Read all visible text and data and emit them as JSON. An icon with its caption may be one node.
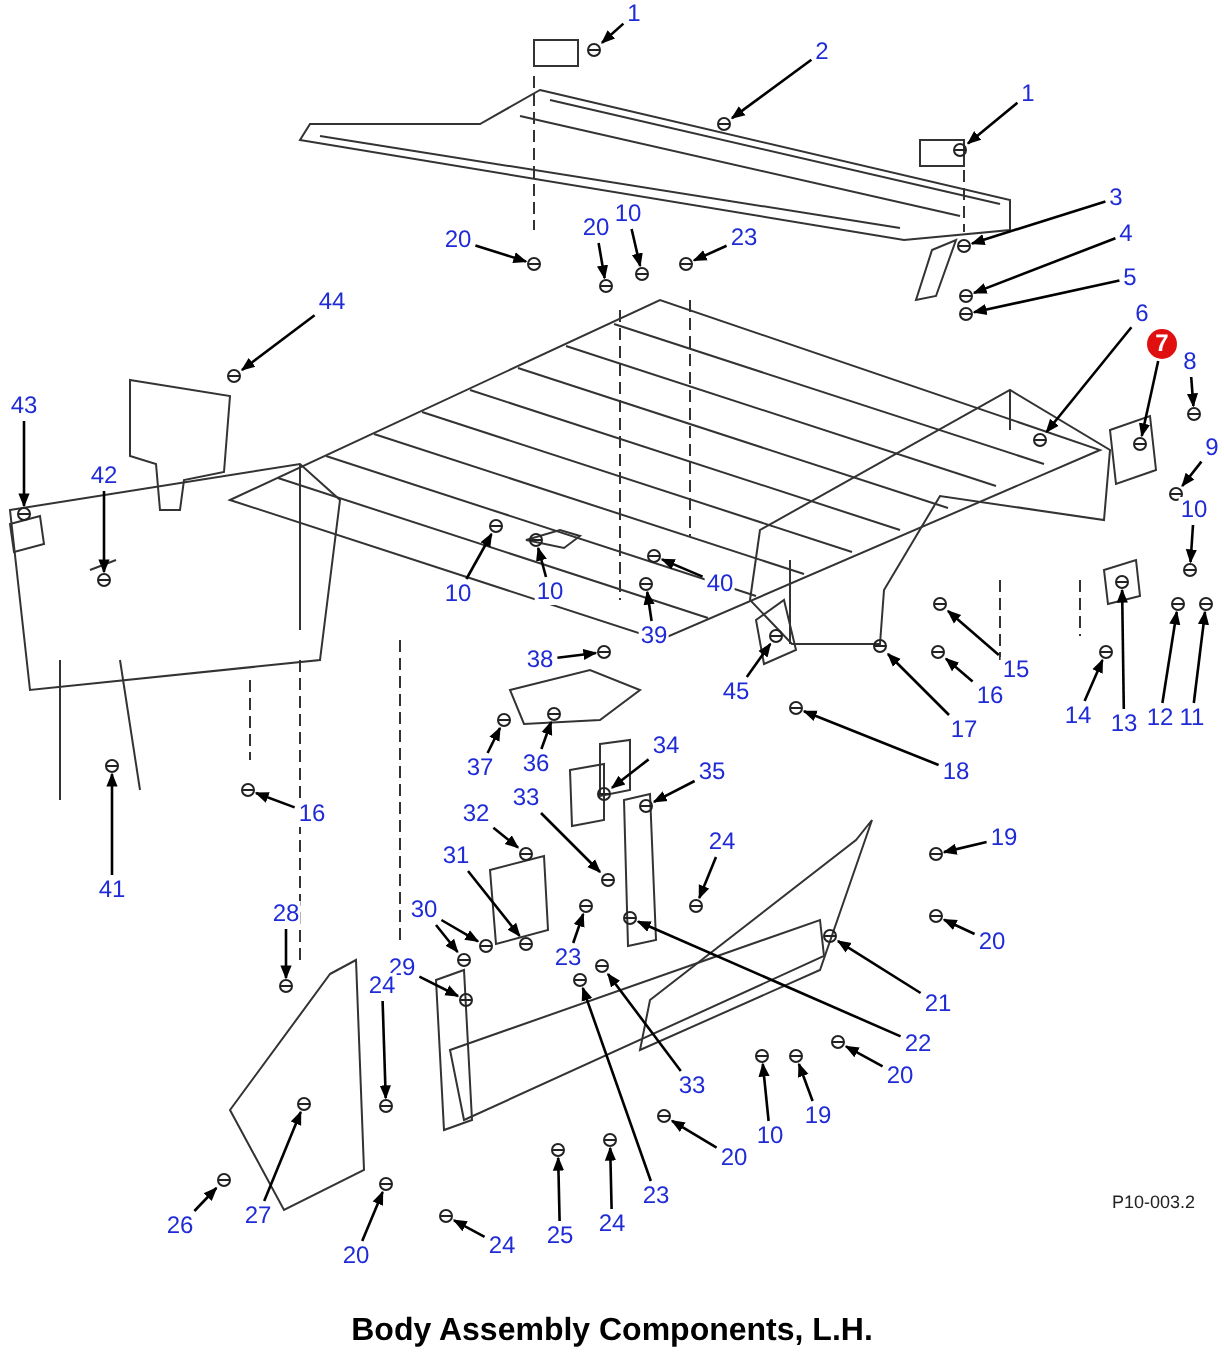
{
  "diagram": {
    "title": "Body Assembly Components, L.H.",
    "nodes": [
      {
        "text": [
          "1"
        ]
      },
      {
        "text": [
          "2"
        ]
      },
      {
        "text": [
          "1"
        ]
      },
      {
        "text": [
          "3"
        ]
      },
      {
        "text": [
          "10"
        ]
      },
      {
        "text": [
          "20"
        ]
      },
      {
        "text": [
          "4"
        ]
      },
      {
        "text": [
          "23"
        ]
      },
      {
        "text": [
          "20"
        ]
      },
      {
        "text": [
          "5"
        ]
      },
      {
        "text": [
          "44"
        ]
      },
      {
        "text": [
          "6"
        ]
      },
      {
        "text": [
          "7"
        ]
      },
      {
        "text": [
          "8"
        ]
      },
      {
        "text": [
          "43"
        ]
      },
      {
        "text": [
          "9"
        ]
      },
      {
        "text": [
          "42"
        ]
      },
      {
        "text": [
          "10"
        ]
      },
      {
        "text": [
          "40"
        ]
      },
      {
        "text": [
          "10"
        ]
      },
      {
        "text": [
          "10"
        ]
      },
      {
        "text": [
          "39"
        ]
      },
      {
        "text": [
          "38"
        ]
      },
      {
        "text": [
          "15"
        ]
      },
      {
        "text": [
          "16"
        ]
      },
      {
        "text": [
          "45"
        ]
      },
      {
        "text": [
          "14"
        ]
      },
      {
        "text": [
          "12"
        ]
      },
      {
        "text": [
          "11"
        ]
      },
      {
        "text": [
          "13"
        ]
      },
      {
        "text": [
          "17"
        ]
      },
      {
        "text": [
          "34"
        ]
      },
      {
        "text": [
          "36"
        ]
      },
      {
        "text": [
          "37"
        ]
      },
      {
        "text": [
          "35"
        ]
      },
      {
        "text": [
          "18"
        ]
      },
      {
        "text": [
          "33"
        ]
      },
      {
        "text": [
          "16"
        ]
      },
      {
        "text": [
          "32"
        ]
      },
      {
        "text": [
          "19"
        ]
      },
      {
        "text": [
          "24"
        ]
      },
      {
        "text": [
          "31"
        ]
      },
      {
        "text": [
          "41"
        ]
      },
      {
        "text": [
          "30"
        ]
      },
      {
        "text": [
          "28"
        ]
      },
      {
        "text": [
          "23"
        ]
      },
      {
        "text": [
          "20"
        ]
      },
      {
        "text": [
          "29"
        ]
      },
      {
        "text": [
          "24"
        ]
      },
      {
        "text": [
          "21"
        ]
      },
      {
        "text": [
          "22"
        ]
      },
      {
        "text": [
          "20"
        ]
      },
      {
        "text": [
          "33"
        ]
      },
      {
        "text": [
          "19"
        ]
      },
      {
        "text": [
          "10"
        ]
      },
      {
        "text": [
          "20"
        ]
      },
      {
        "text": [
          "23"
        ]
      },
      {
        "text": [
          "27"
        ]
      },
      {
        "text": [
          "24"
        ]
      },
      {
        "text": [
          "26"
        ]
      },
      {
        "text": [
          "25"
        ]
      },
      {
        "text": [
          "24"
        ]
      },
      {
        "text": [
          "20"
        ]
      },
      {
        "text": [],
        "shape": "picture"
      },
      {
        "text": [],
        "shape": "picture"
      },
      {
        "text": [],
        "shape": "picture"
      },
      {
        "text": [],
        "shape": "picture"
      },
      {
        "text": [],
        "shape": "picture"
      },
      {
        "text": [],
        "shape": "picture"
      },
      {
        "text": [],
        "shape": "picture"
      },
      {
        "text": [],
        "shape": "picture"
      },
      {
        "text": [],
        "shape": "picture"
      },
      {
        "text": [],
        "shape": "picture"
      },
      {
        "text": [],
        "shape": "picture"
      },
      {
        "text": [],
        "shape": "picture"
      },
      {
        "text": [],
        "shape": "picture"
      },
      {
        "text": [],
        "shape": "picture"
      },
      {
        "text": [],
        "shape": "picture"
      },
      {
        "text": [],
        "shape": "picture"
      },
      {
        "text": [],
        "shape": "picture"
      },
      {
        "text": [],
        "shape": "picture"
      },
      {
        "text": [],
        "shape": "picture"
      },
      {
        "text": [],
        "shape": "picture"
      },
      {
        "text": [],
        "shape": "picture"
      },
      {
        "text": [],
        "shape": "picture"
      },
      {
        "text": [],
        "shape": "picture"
      },
      {
        "text": [],
        "shape": "picture"
      },
      {
        "text": [],
        "shape": "picture"
      },
      {
        "text": [],
        "shape": "picture"
      },
      {
        "text": [],
        "shape": "picture"
      },
      {
        "text": [],
        "shape": "picture"
      },
      {
        "text": [],
        "shape": "picture"
      },
      {
        "text": [],
        "shape": "picture"
      },
      {
        "text": [],
        "shape": "picture"
      },
      {
        "text": [],
        "shape": "picture"
      },
      {
        "text": [],
        "shape": "picture"
      },
      {
        "text": [],
        "shape": "picture"
      },
      {
        "text": [],
        "shape": "picture"
      },
      {
        "text": [],
        "shape": "picture"
      },
      {
        "text": [],
        "shape": "picture"
      },
      {
        "text": [],
        "shape": "picture"
      },
      {
        "text": [],
        "shape": "picture"
      },
      {
        "text": [],
        "shape": "picture"
      },
      {
        "text": [],
        "shape": "picture"
      },
      {
        "text": [],
        "shape": "picture"
      },
      {
        "text": [],
        "shape": "picture"
      },
      {
        "text": [],
        "shape": "picture"
      },
      {
        "text": [],
        "shape": "picture"
      },
      {
        "text": [],
        "shape": "picture"
      },
      {
        "text": [],
        "shape": "picture"
      },
      {
        "text": [],
        "shape": "picture"
      },
      {
        "text": [],
        "shape": "picture"
      },
      {
        "text": [],
        "shape": "picture"
      },
      {
        "text": [],
        "shape": "picture"
      },
      {
        "text": [],
        "shape": "picture"
      },
      {
        "text": [],
        "shape": "picture"
      },
      {
        "text": [],
        "shape": "picture"
      },
      {
        "text": [],
        "shape": "picture"
      },
      {
        "text": [],
        "shape": "picture"
      },
      {
        "text": [],
        "shape": "picture"
      },
      {
        "text": [],
        "shape": "picture"
      },
      {
        "text": [],
        "shape": "picture"
      },
      {
        "text": [],
        "shape": "picture"
      },
      {
        "text": [],
        "shape": "picture"
      },
      {
        "text": [],
        "shape": "picture"
      },
      {
        "text": [],
        "shape": "picture"
      },
      {
        "text": [],
        "shape": "picture"
      }
    ],
    "edges": [
      {
        "from": 0,
        "to": 63,
        "arrow": "to"
      },
      {
        "from": 1,
        "to": 64,
        "arrow": "to"
      },
      {
        "from": 2,
        "to": 65,
        "arrow": "to"
      },
      {
        "from": 3,
        "to": 66,
        "arrow": "to"
      },
      {
        "from": 4,
        "to": 67,
        "arrow": "to"
      },
      {
        "from": 5,
        "to": 68,
        "arrow": "to"
      },
      {
        "from": 6,
        "to": 69,
        "arrow": "to"
      },
      {
        "from": 7,
        "to": 70,
        "arrow": "to"
      },
      {
        "from": 8,
        "to": 71,
        "arrow": "to"
      },
      {
        "from": 9,
        "to": 72,
        "arrow": "to"
      },
      {
        "from": 10,
        "to": 73,
        "arrow": "to"
      },
      {
        "from": 11,
        "to": 74,
        "arrow": "to"
      },
      {
        "from": 12,
        "to": 75,
        "arrow": "to"
      },
      {
        "from": 13,
        "to": 76,
        "arrow": "to"
      },
      {
        "from": 14,
        "to": 77,
        "arrow": "to"
      },
      {
        "from": 15,
        "to": 78,
        "arrow": "to"
      },
      {
        "from": 16,
        "to": 79,
        "arrow": "to"
      },
      {
        "from": 17,
        "to": 80,
        "arrow": "to"
      },
      {
        "from": 18,
        "to": 81,
        "arrow": "to"
      },
      {
        "from": 19,
        "to": 82,
        "arrow": "to"
      },
      {
        "from": 20,
        "to": 83,
        "arrow": "to"
      },
      {
        "from": 21,
        "to": 84,
        "arrow": "to"
      },
      {
        "from": 22,
        "to": 85,
        "arrow": "to"
      },
      {
        "from": 23,
        "to": 86,
        "arrow": "to"
      },
      {
        "from": 24,
        "to": 87,
        "arrow": "to"
      },
      {
        "from": 25,
        "to": 88,
        "arrow": "to"
      },
      {
        "from": 26,
        "to": 89,
        "arrow": "to"
      },
      {
        "from": 27,
        "to": 90,
        "arrow": "to"
      },
      {
        "from": 28,
        "to": 91,
        "arrow": "to"
      },
      {
        "from": 29,
        "to": 92,
        "arrow": "to"
      },
      {
        "from": 30,
        "to": 93,
        "arrow": "to"
      },
      {
        "from": 31,
        "to": 94,
        "arrow": "to"
      },
      {
        "from": 32,
        "to": 95,
        "arrow": "to"
      },
      {
        "from": 33,
        "to": 96,
        "arrow": "to"
      },
      {
        "from": 34,
        "to": 97,
        "arrow": "to"
      },
      {
        "from": 35,
        "to": 98,
        "arrow": "to"
      },
      {
        "from": 36,
        "to": 99,
        "arrow": "to"
      },
      {
        "from": 37,
        "to": 100,
        "arrow": "to"
      },
      {
        "from": 38,
        "to": 101,
        "arrow": "to"
      },
      {
        "from": 39,
        "to": 102,
        "arrow": "to"
      },
      {
        "from": 40,
        "to": 103,
        "arrow": "to"
      },
      {
        "from": 41,
        "to": 104,
        "arrow": "to"
      },
      {
        "from": 42,
        "to": 105,
        "arrow": "to"
      },
      {
        "from": 43,
        "to": 106,
        "arrow": "to"
      },
      {
        "from": 43,
        "to": 107,
        "arrow": "to"
      },
      {
        "from": 44,
        "to": 108,
        "arrow": "to"
      },
      {
        "from": 45,
        "to": 109,
        "arrow": "to"
      },
      {
        "from": 46,
        "to": 110,
        "arrow": "to"
      },
      {
        "from": 47,
        "to": 111,
        "arrow": "to"
      },
      {
        "from": 48,
        "to": 112,
        "arrow": "to"
      },
      {
        "from": 49,
        "to": 113,
        "arrow": "to"
      },
      {
        "from": 50,
        "to": 114,
        "arrow": "to"
      },
      {
        "from": 51,
        "to": 115,
        "arrow": "to"
      },
      {
        "from": 52,
        "to": 116,
        "arrow": "to"
      },
      {
        "from": 53,
        "to": 117,
        "arrow": "to"
      },
      {
        "from": 54,
        "to": 118,
        "arrow": "to"
      },
      {
        "from": 55,
        "to": 119,
        "arrow": "to"
      },
      {
        "from": 56,
        "to": 120,
        "arrow": "to"
      },
      {
        "from": 57,
        "to": 121,
        "arrow": "to"
      },
      {
        "from": 58,
        "to": 122,
        "arrow": "to"
      },
      {
        "from": 59,
        "to": 123,
        "arrow": "to"
      },
      {
        "from": 60,
        "to": 124,
        "arrow": "to"
      },
      {
        "from": 61,
        "to": 125,
        "arrow": "to"
      },
      {
        "from": 62,
        "to": 126,
        "arrow": "to"
      }
    ],
    "labels": [
      "P10-003.2"
    ]
  }
}
